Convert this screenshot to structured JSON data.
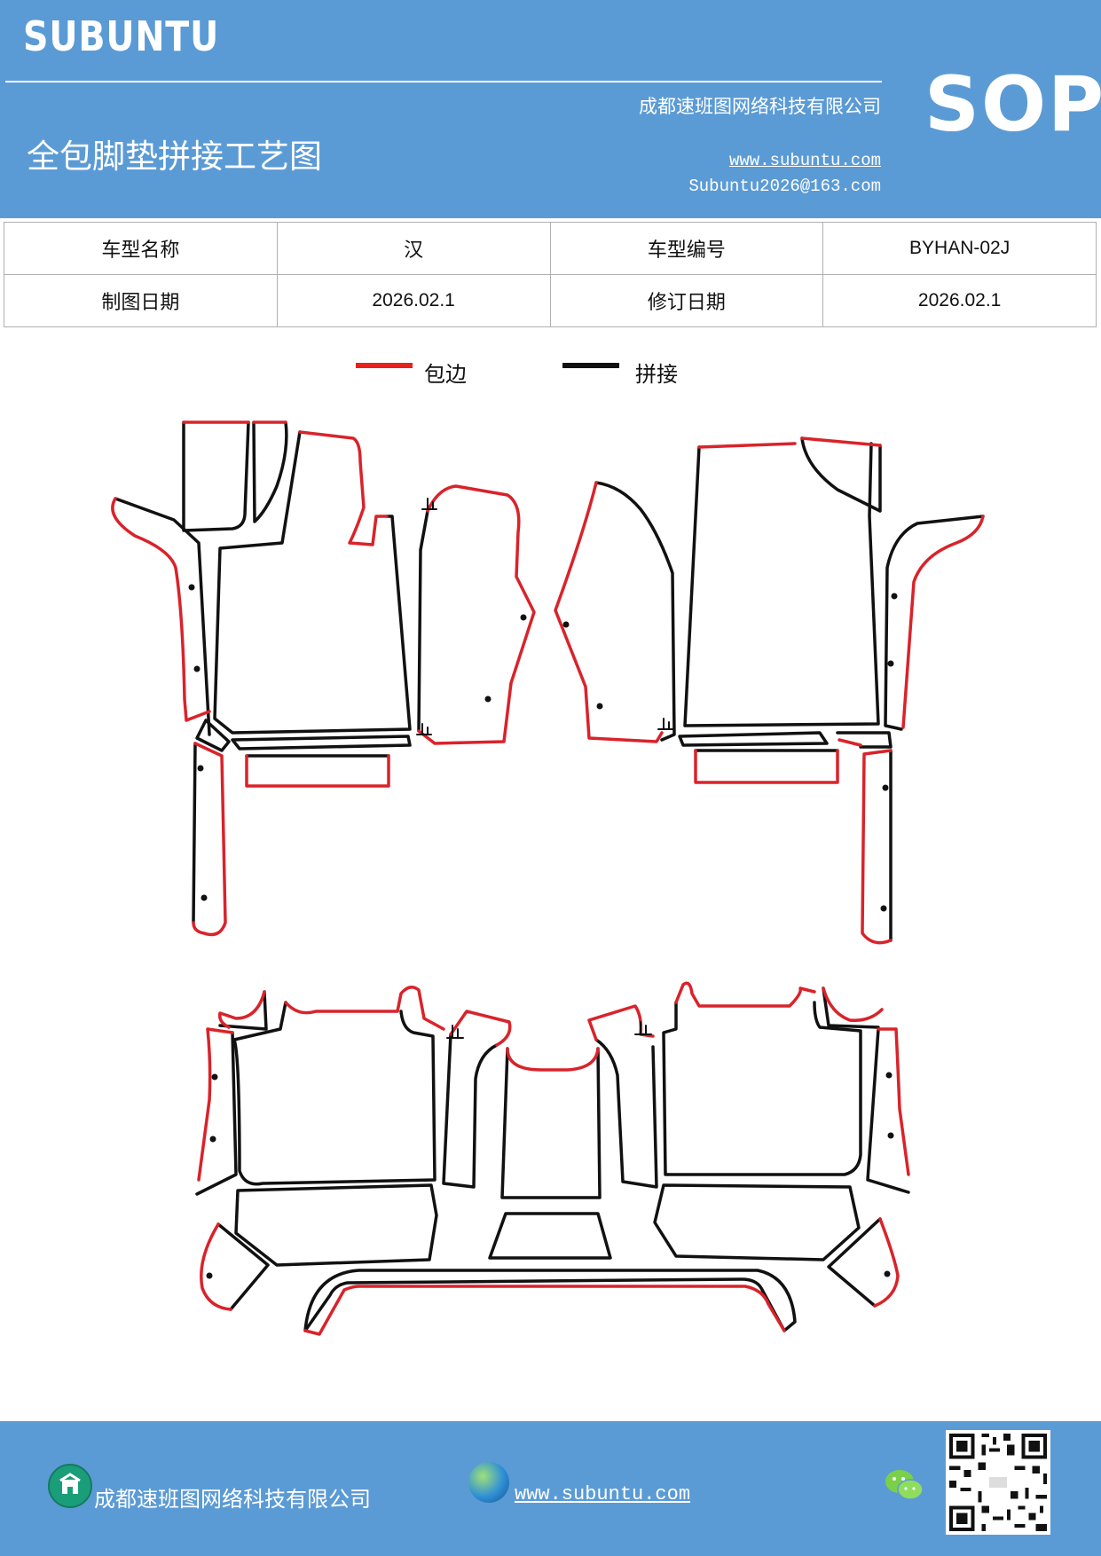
{
  "header": {
    "brand": "SUBUNTU",
    "company": "成都速班图网络科技有限公司",
    "title": "全包脚垫拼接工艺图",
    "url": "www.subuntu.com",
    "email": "Subuntu2026@163.com",
    "badge": "SOP"
  },
  "info": {
    "model_name_label": "车型名称",
    "model_name": "汉",
    "model_code_label": "车型编号",
    "model_code": "BYHAN-02J",
    "draw_date_label": "制图日期",
    "draw_date": "2026.02.1",
    "revise_date_label": "修订日期",
    "revise_date": "2026.02.1"
  },
  "legend": {
    "edge_label": "包边",
    "edge_color": "#e8211d",
    "splice_label": "拼接",
    "splice_color": "#111111"
  },
  "footer": {
    "company": "成都速班图网络科技有限公司",
    "url": "www.subuntu.com",
    "company_icon": "building-icon",
    "web_icon": "globe-icon",
    "chat_icon": "wechat-icon",
    "qr_icon": "qr-code-icon"
  }
}
